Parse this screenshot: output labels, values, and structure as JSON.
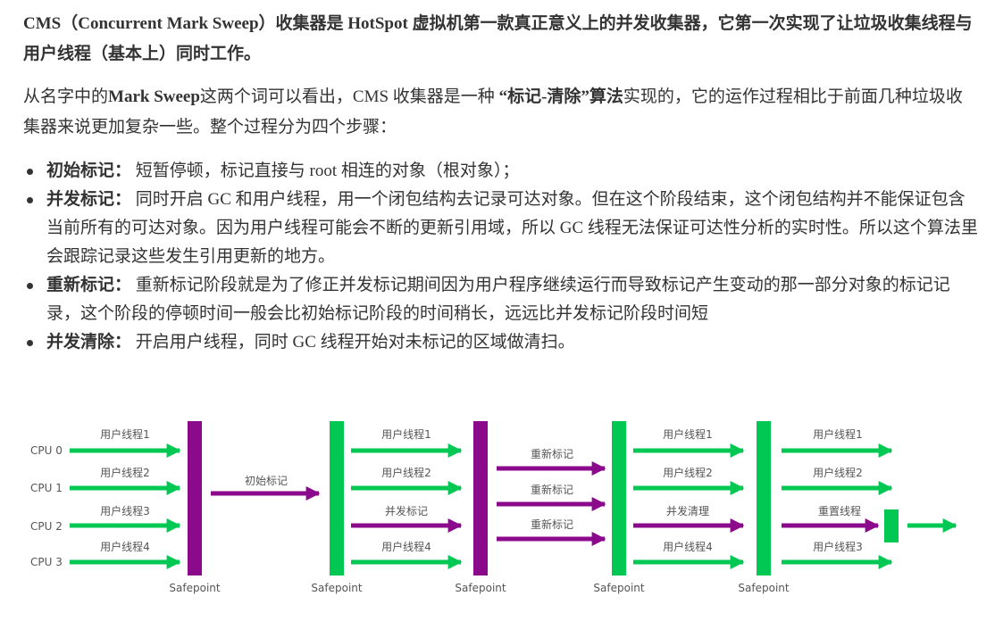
{
  "intro": "CMS（Concurrent Mark Sweep）收集器是 HotSpot 虚拟机第一款真正意义上的并发收集器，它第一次实现了让垃圾收集线程与用户线程（基本上）同时工作。",
  "para2": {
    "pre": "从名字中的",
    "bold1": "Mark Sweep",
    "mid": "这两个词可以看出，CMS 收集器是一种 ",
    "bold2": "“标记-清除”算法",
    "post": "实现的，它的运作过程相比于前面几种垃圾收集器来说更加复杂一些。整个过程分为四个步骤："
  },
  "steps": [
    {
      "term": "初始标记：",
      "desc": " 短暂停顿，标记直接与 root 相连的对象（根对象）；"
    },
    {
      "term": "并发标记：",
      "desc": " 同时开启 GC 和用户线程，用一个闭包结构去记录可达对象。但在这个阶段结束，这个闭包结构并不能保证包含当前所有的可达对象。因为用户线程可能会不断的更新引用域，所以 GC 线程无法保证可达性分析的实时性。所以这个算法里会跟踪记录这些发生引用更新的地方。"
    },
    {
      "term": "重新标记：",
      "desc": " 重新标记阶段就是为了修正并发标记期间因为用户程序继续运行而导致标记产生变动的那一部分对象的标记记录，这个阶段的停顿时间一般会比初始标记阶段的时间稍长，远远比并发标记阶段时间短"
    },
    {
      "term": "并发清除：",
      "desc": " 开启用户线程，同时 GC 线程开始对未标记的区域做清扫。"
    }
  ],
  "diagram": {
    "cpu_labels": [
      "CPU 0",
      "CPU 1",
      "CPU 2",
      "CPU 3"
    ],
    "safepoint_label": "Safepoint",
    "stage1_threads": [
      "用户线程1",
      "用户线程2",
      "用户线程3",
      "用户线程4"
    ],
    "initial_mark": "初始标记",
    "stage3": [
      "用户线程1",
      "用户线程2",
      "并发标记",
      "用户线程4"
    ],
    "remark": [
      "重新标记",
      "重新标记",
      "重新标记"
    ],
    "stage5": [
      "用户线程1",
      "用户线程2",
      "并发清理",
      "用户线程4"
    ],
    "stage6": [
      "用户线程1",
      "用户线程2",
      "重置线程",
      "用户线程3"
    ],
    "colors": {
      "green": "#00c853",
      "purple": "#8b0a8b",
      "label": "#555555"
    }
  }
}
